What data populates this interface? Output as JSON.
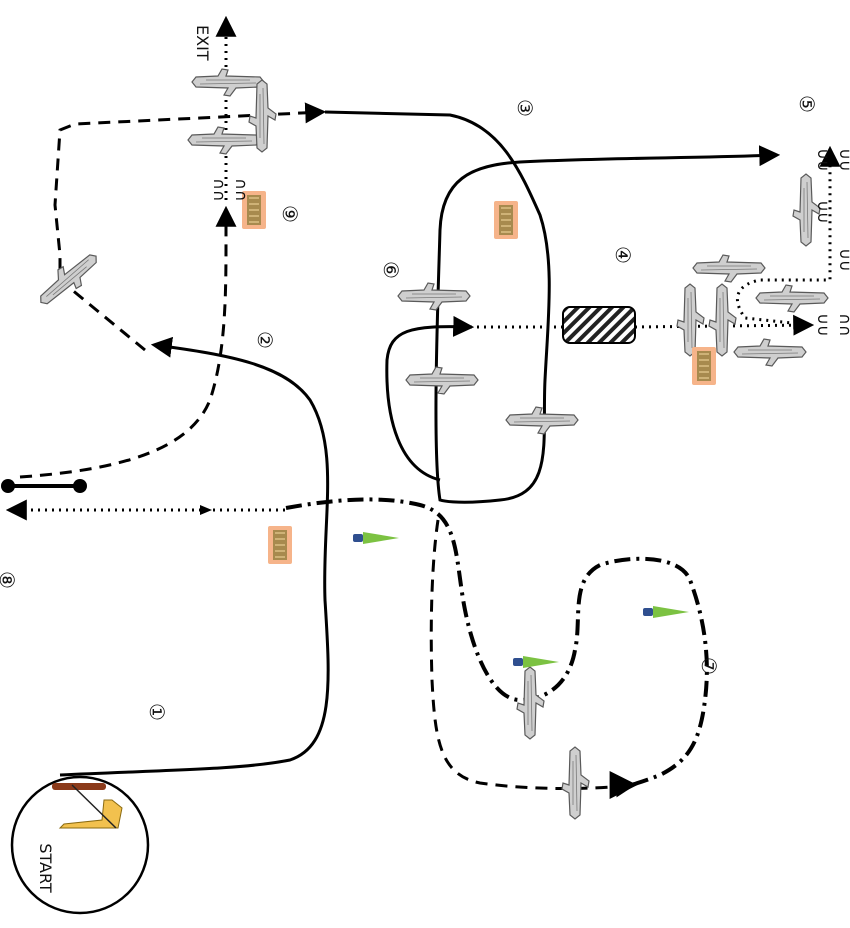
{
  "labels": {
    "start": "START",
    "exit": "EXIT"
  },
  "sections": {
    "s1": "①",
    "s2": "②",
    "s3": "③",
    "s4": "④",
    "s5": "⑤",
    "s6": "⑥",
    "s7": "⑦",
    "s8": "⑧",
    "s9": "⑨"
  },
  "hurdle_glyphs": {
    "pair_a": "∪∪",
    "pair_b": "∩∩"
  },
  "colors": {
    "line": "#000000",
    "log": "#cfcfcf",
    "bush": "#f6b48a",
    "marker_tail": "#2f4f8f",
    "marker_head": "#7cc242",
    "ramp": "#f2c14e",
    "ramp_board": "#8b3a1a"
  },
  "icons": [
    "log-icon",
    "bush-icon",
    "marker-cone-icon",
    "hatched-barrier-icon",
    "ramp-icon",
    "bar-gate-icon"
  ]
}
